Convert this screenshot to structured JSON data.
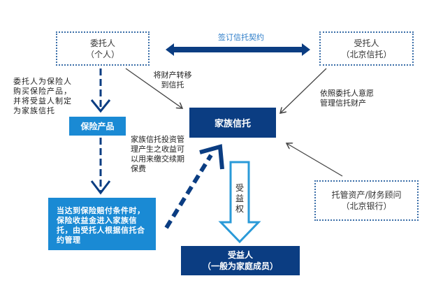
{
  "diagram": {
    "nodes": {
      "settlor": {
        "title": "委托人",
        "subtitle": "（个人）"
      },
      "trustee": {
        "title": "受托人",
        "subtitle": "（北京信托）"
      },
      "family_trust": {
        "title": "家族信托"
      },
      "insurance_product": {
        "title": "保险产品"
      },
      "insurance_payout": {
        "lines": [
          "当达到保险赔付条件时，",
          "保险收益金进入家族信",
          "托，由受托人根据信托合",
          "约管理"
        ]
      },
      "beneficiary": {
        "title": "受益人",
        "subtitle": "（一般为家庭成员）"
      },
      "custodian": {
        "title": "托管资产/财务顾问",
        "subtitle": "（北京银行）"
      }
    },
    "edges": {
      "contract": {
        "label": "签订信托契约"
      },
      "transfer": {
        "lines": [
          "将财产转移",
          "到信托"
        ]
      },
      "manage": {
        "lines": [
          "依照委托人意愿",
          "管理信托财产"
        ]
      },
      "buy_insurance": {
        "lines": [
          "委托人为保险人",
          "购买保险产品，",
          "并将受益人制定",
          "为家族信托"
        ]
      },
      "premium": {
        "lines": [
          "家族信托投资管",
          "理产生之收益可",
          "以用来缴交续期",
          "保费"
        ]
      },
      "beneficial_right": {
        "lines": [
          "受",
          "益",
          "权"
        ]
      }
    },
    "colors": {
      "dark_blue": "#0b3d82",
      "light_blue": "#1a8ad4",
      "hollow_arrow": "#2a9ad8",
      "dotted_border": "#3a6ea8",
      "contract_label": "#2a7bc8",
      "thin_arrow": "#444444"
    }
  }
}
